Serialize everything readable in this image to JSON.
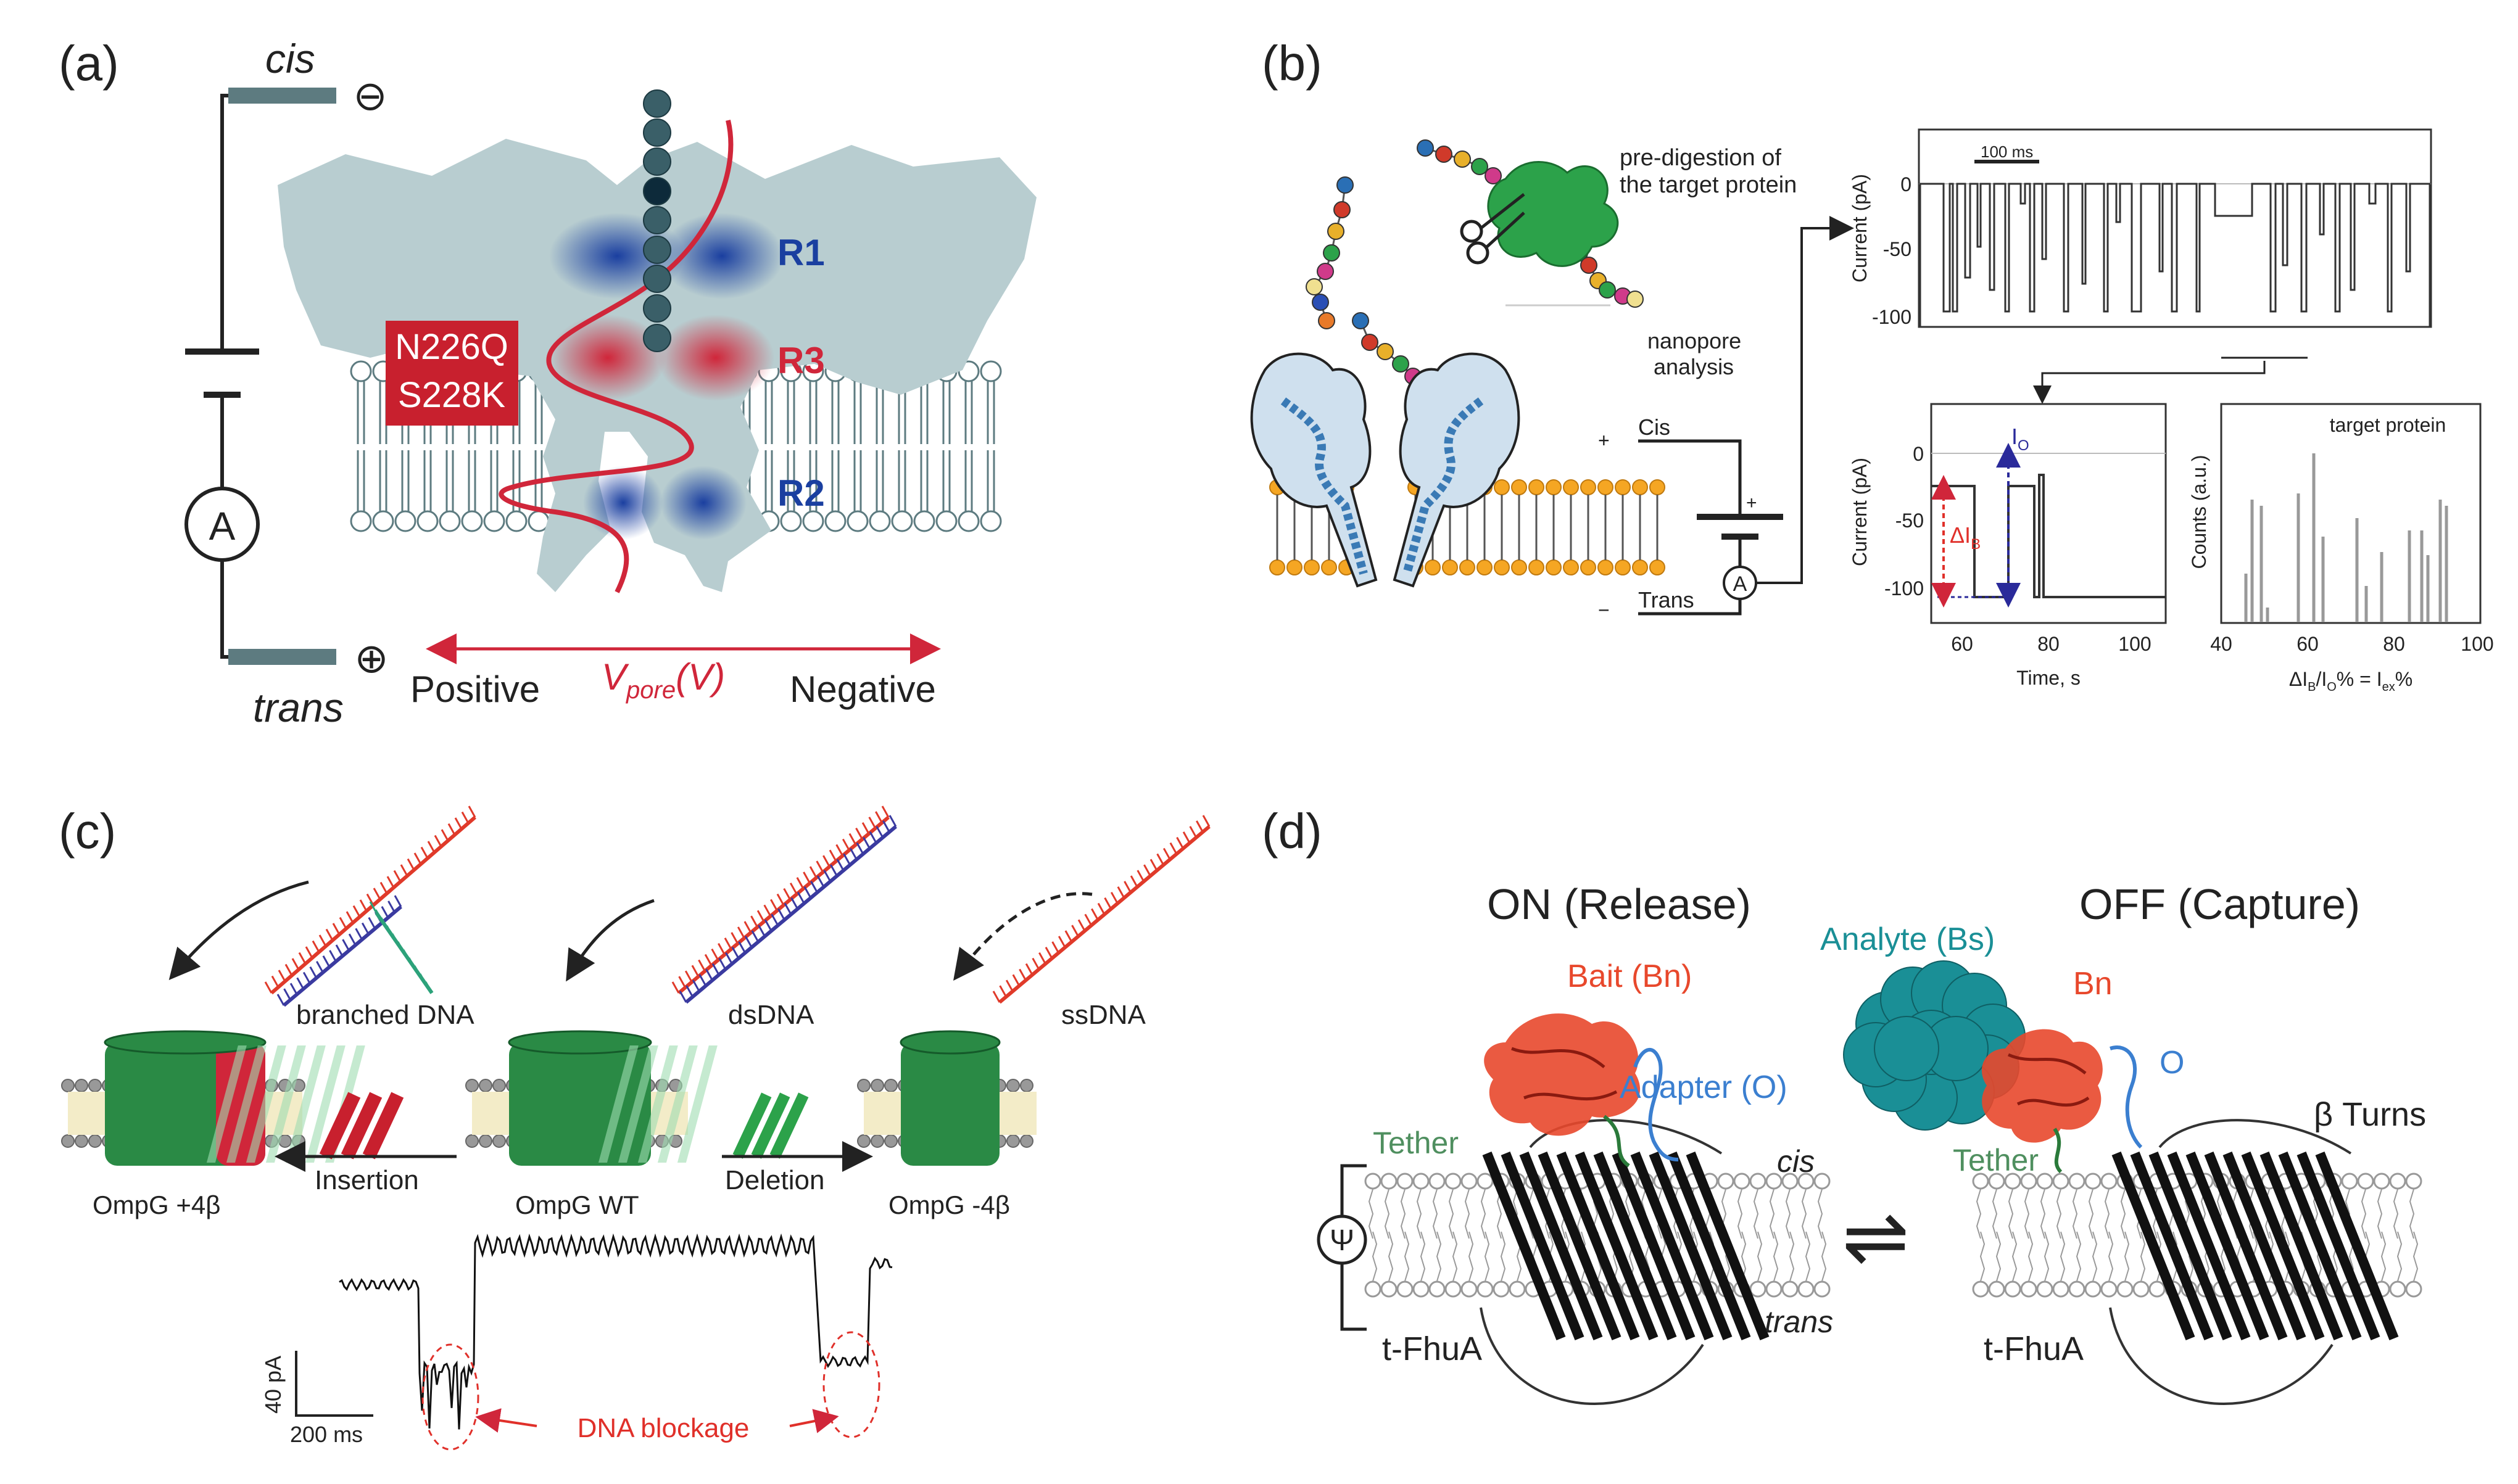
{
  "panels": {
    "a": {
      "label": "(a)",
      "cis": "cis",
      "trans": "trans",
      "minus_sym": "⊖",
      "plus_sym": "⊕",
      "ammeter": "A",
      "mutations": [
        "N226Q",
        "S228K"
      ],
      "regions": [
        "R1",
        "R3",
        "R2"
      ],
      "positive": "Positive",
      "negative": "Negative",
      "vpore": "V",
      "vpore_sub": "pore",
      "vpore_unit": "(V)",
      "colors": {
        "pore": "#b8cdd0",
        "blue": "#1a3fa0",
        "red": "#d0263a"
      }
    },
    "b": {
      "label": "(b)",
      "predigest": [
        "pre-digestion of",
        "the target protein"
      ],
      "nanopore": [
        "nanopore",
        "analysis"
      ],
      "cis": "Cis",
      "trans": "Trans",
      "plus": "+",
      "minus": "−",
      "ammeter": "A",
      "scalebar": "100 ms",
      "current_label": "Current (pA)",
      "top_yticks": [
        "0",
        "-50",
        "-100"
      ],
      "bottom_yticks": [
        "0",
        "-50",
        "-100"
      ],
      "xticks": [
        "60",
        "80",
        "100"
      ],
      "xlabel_time": "Time, s",
      "io_label": "I",
      "io_sub": "O",
      "dib_label": "ΔI",
      "dib_sub": "B",
      "hist_title": "target protein",
      "hist_ylabel": "Counts (a.u.)",
      "hist_xticks": [
        "40",
        "60",
        "80",
        "100"
      ],
      "hist_xlabel": [
        "ΔI",
        "B",
        "/I",
        "O",
        "% = I",
        "ex",
        "%"
      ]
    },
    "c": {
      "label": "(c)",
      "branched": "branched DNA",
      "dsdna": "dsDNA",
      "ssdna": "ssDNA",
      "insertion": "Insertion",
      "deletion": "Deletion",
      "ompg_plus": "OmpG +4β",
      "ompg_wt": "OmpG WT",
      "ompg_minus": "OmpG -4β",
      "scale_y": "40 pA",
      "scale_x": "200 ms",
      "blockage": "DNA blockage"
    },
    "d": {
      "label": "(d)",
      "on": "ON (Release)",
      "off": "OFF (Capture)",
      "analyte": "Analyte (Bs)",
      "bait": "Bait (Bn)",
      "bn": "Bn",
      "adapter": "Adapter (O)",
      "o": "O",
      "tether": "Tether",
      "cis": "cis",
      "trans": "trans",
      "tfhua": "t-FhuA",
      "beta_turns": "β Turns",
      "psi": "Ψ",
      "equilibrium": "⇌",
      "colors": {
        "analyte": "#1a8f96",
        "bait": "#e8482c",
        "adapter": "#3b7fd0",
        "tether": "#4f8f5f"
      }
    }
  }
}
